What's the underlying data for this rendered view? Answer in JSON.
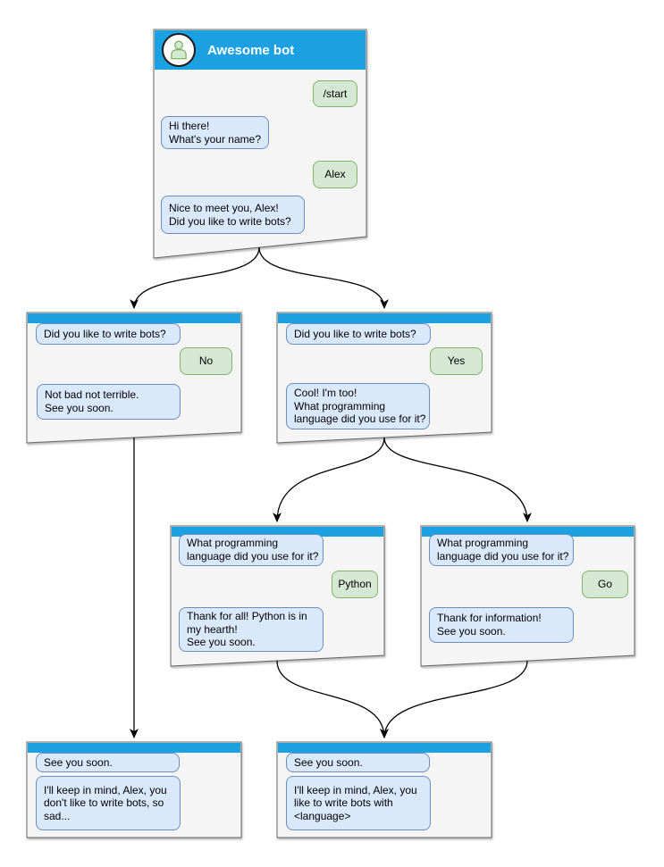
{
  "colors": {
    "header_blue": "#1ba1e2",
    "bot_bubble_fill": "#dae8fc",
    "bot_bubble_border": "#6c8ebf",
    "user_bubble_fill": "#d5e8d4",
    "user_bubble_border": "#82b366",
    "window_fill": "#f5f5f5",
    "window_border": "#666666",
    "arrow_color": "#000000",
    "title_text": "#ffffff"
  },
  "windows": [
    {
      "id": "root",
      "title": "Awesome bot",
      "messages": [
        {
          "sender": "user",
          "text": "/start"
        },
        {
          "sender": "bot",
          "text": "Hi there!\nWhat's your name?"
        },
        {
          "sender": "user",
          "text": "Alex"
        },
        {
          "sender": "bot",
          "text": "Nice to meet you, Alex!\nDid you like to write bots?"
        }
      ]
    },
    {
      "id": "branch-no",
      "messages": [
        {
          "sender": "bot",
          "text": "Did you like to write bots?"
        },
        {
          "sender": "user",
          "text": "No"
        },
        {
          "sender": "bot",
          "text": "Not bad not terrible.\nSee you soon."
        }
      ]
    },
    {
      "id": "branch-yes",
      "messages": [
        {
          "sender": "bot",
          "text": "Did you like to write bots?"
        },
        {
          "sender": "user",
          "text": "Yes"
        },
        {
          "sender": "bot",
          "text": "Cool! I'm too!\nWhat programming\nlanguage did you use for it?"
        }
      ]
    },
    {
      "id": "lang-python",
      "messages": [
        {
          "sender": "bot",
          "text": "What programming\nlanguage did you use for it?"
        },
        {
          "sender": "user",
          "text": "Python"
        },
        {
          "sender": "bot",
          "text": "Thank for all! Python is in\nmy hearth!\nSee you soon."
        }
      ]
    },
    {
      "id": "lang-go",
      "messages": [
        {
          "sender": "bot",
          "text": "What programming\nlanguage did you use for it?"
        },
        {
          "sender": "user",
          "text": "Go"
        },
        {
          "sender": "bot",
          "text": "Thank for information!\nSee you soon."
        }
      ]
    },
    {
      "id": "end-sad",
      "messages": [
        {
          "sender": "bot",
          "text": "See you soon."
        },
        {
          "sender": "bot",
          "text": "I'll keep in mind, Alex, you\ndon't like to write bots, so\nsad..."
        }
      ]
    },
    {
      "id": "end-happy",
      "messages": [
        {
          "sender": "bot",
          "text": "See you soon."
        },
        {
          "sender": "bot",
          "text": "I'll keep in mind, Alex, you\nlike to write bots with\n<language>"
        }
      ]
    }
  ],
  "edges": [
    {
      "from": "root",
      "to": "branch-no"
    },
    {
      "from": "root",
      "to": "branch-yes"
    },
    {
      "from": "branch-yes",
      "to": "lang-python"
    },
    {
      "from": "branch-yes",
      "to": "lang-go"
    },
    {
      "from": "branch-no",
      "to": "end-sad"
    },
    {
      "from": "lang-python",
      "to": "end-happy"
    },
    {
      "from": "lang-go",
      "to": "end-happy"
    }
  ]
}
